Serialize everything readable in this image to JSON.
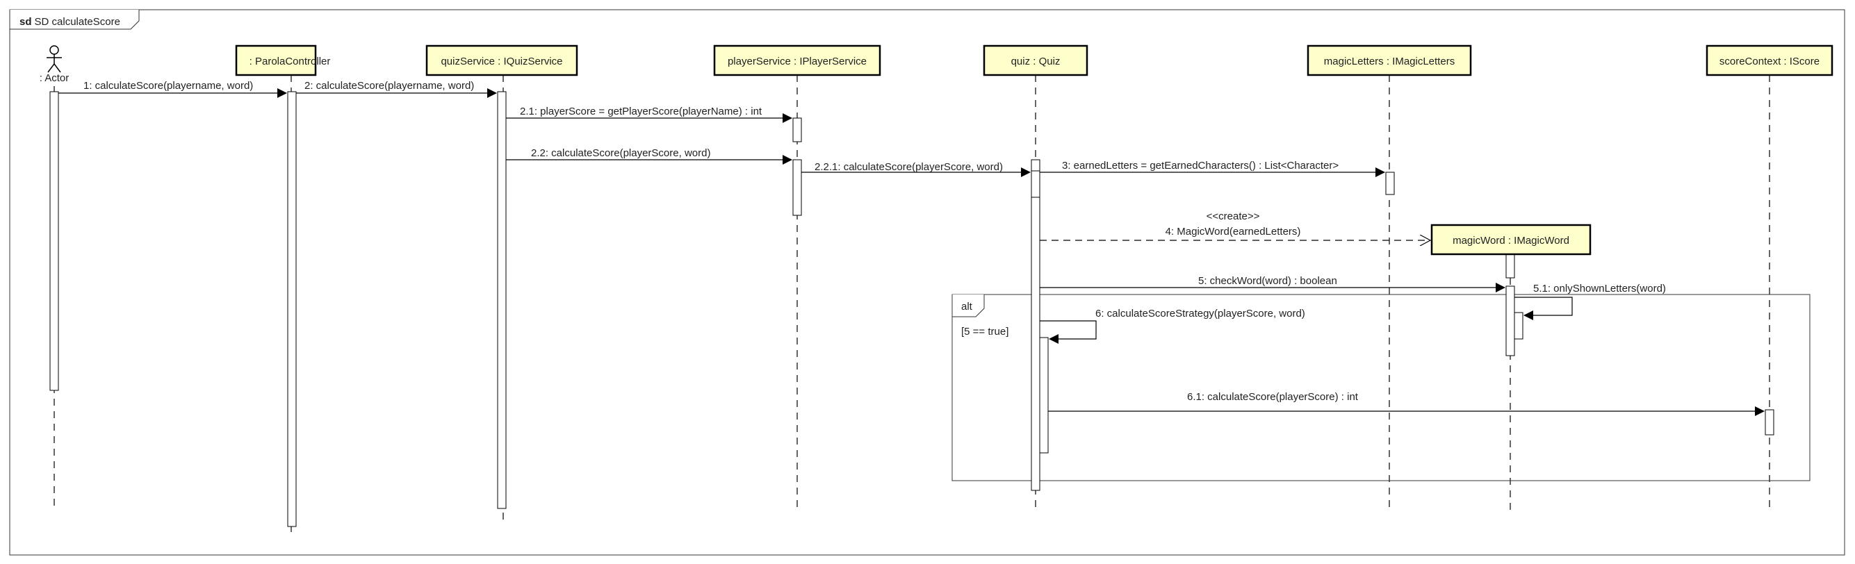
{
  "frame": {
    "keyword": "sd",
    "title": "SD calculateScore"
  },
  "actor": {
    "label": ": Actor"
  },
  "participants": [
    {
      "id": "parola",
      "label": ": ParolaController"
    },
    {
      "id": "quizsvc",
      "label": "quizService : IQuizService"
    },
    {
      "id": "playsvc",
      "label": "playerService : IPlayerService"
    },
    {
      "id": "quiz",
      "label": "quiz : Quiz"
    },
    {
      "id": "magicl",
      "label": "magicLetters : IMagicLetters"
    },
    {
      "id": "scorectx",
      "label": "scoreContext : IScore"
    }
  ],
  "created_participant": {
    "label": "magicWord : IMagicWord",
    "stereotype": "<<create>>"
  },
  "messages": {
    "m1": "1: calculateScore(playername, word)",
    "m2": "2: calculateScore(playername, word)",
    "m21": "2.1: playerScore = getPlayerScore(playerName) : int",
    "m22": "2.2: calculateScore(playerScore, word)",
    "m221": "2.2.1: calculateScore(playerScore, word)",
    "m3": "3: earnedLetters = getEarnedCharacters() : List<Character>",
    "m4": "4: MagicWord(earnedLetters)",
    "m5": "5: checkWord(word) : boolean",
    "m51": "5.1: onlyShownLetters(word)",
    "m6": "6: calculateScoreStrategy(playerScore, word)",
    "m61": "6.1: calculateScore(playerScore) : int"
  },
  "fragment": {
    "operator": "alt",
    "guard": "[5 == true]"
  },
  "colors": {
    "participant_fill": "#ffffcc",
    "stroke": "#000000"
  }
}
